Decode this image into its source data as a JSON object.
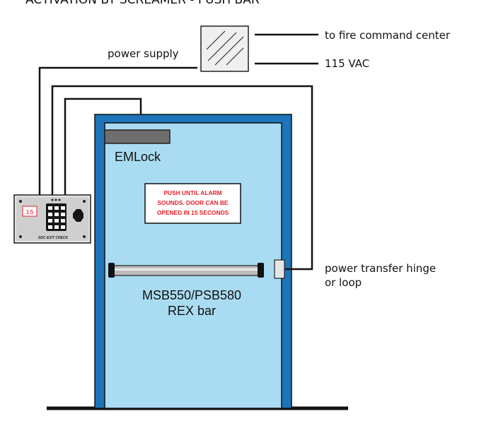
{
  "title_partial": "ACTIVATION BY SCREAMER - PUSH BAR",
  "labels": {
    "power_supply": "power supply",
    "fire_command": "to fire command center",
    "vac": "115 VAC",
    "emlock": "EMLock",
    "hinge_line1": "power transfer hinge",
    "hinge_line2": "or loop",
    "rex_line1": "MSB550/PSB580",
    "rex_line2": "REX bar"
  },
  "sign": {
    "line1": "PUSH UNTIL ALARM",
    "line2": "SOUNDS.  DOOR CAN BE",
    "line3": "OPENED IN 15 SECONDS"
  },
  "keypad": {
    "display_value": "15",
    "brand": "SDC EXIT CHECK"
  },
  "colors": {
    "door_frame": "#1d74b9",
    "door_panel": "#a9dcf2",
    "sign_text": "#e8202a",
    "emlock": "#6e6e6e",
    "plate": "#cfcfcf"
  }
}
